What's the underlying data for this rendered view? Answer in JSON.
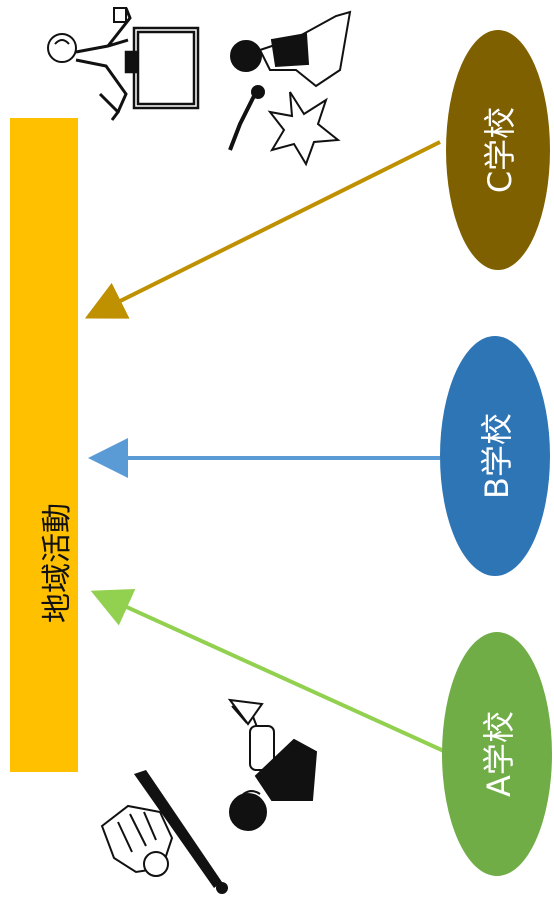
{
  "main_bar": {
    "label": "地域活動",
    "color": "#FFC000"
  },
  "schools": [
    {
      "label": "A学校",
      "color": "#70AD47",
      "arrow_color": "#92D050"
    },
    {
      "label": "B学校",
      "color": "#2E75B6",
      "arrow_color": "#5B9BD5"
    },
    {
      "label": "C学校",
      "color": "#7F6000",
      "arrow_color": "#BF9000"
    }
  ],
  "illustrations": [
    {
      "name": "kick-boxer-icon"
    },
    {
      "name": "goal-frame-icon"
    },
    {
      "name": "kendo-fencer-icon"
    },
    {
      "name": "impact-star-icon"
    },
    {
      "name": "trumpet-player-icon"
    },
    {
      "name": "baseball-glove-icon"
    },
    {
      "name": "baseball-bat-icon"
    }
  ]
}
